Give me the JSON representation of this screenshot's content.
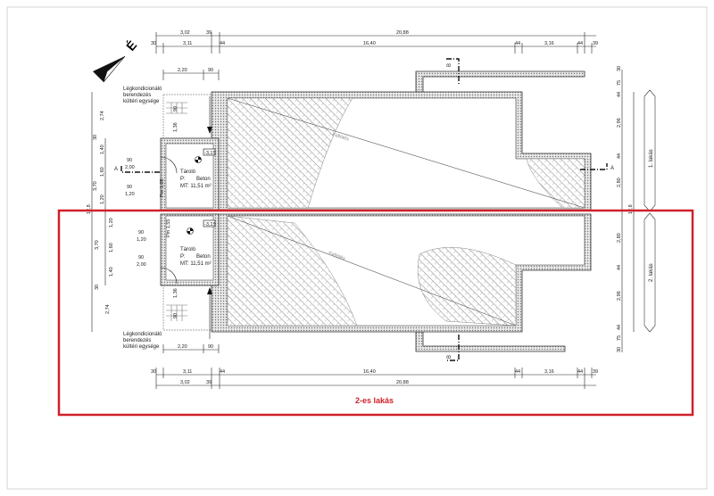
{
  "compass": {
    "label": "É"
  },
  "top_dims": {
    "row1": [
      "3,02",
      "39",
      "20,88"
    ],
    "row2": [
      "30",
      "3,11",
      "44",
      "16,40",
      "44",
      "3,16",
      "44",
      "39"
    ],
    "row3": [
      "2,20",
      "90"
    ]
  },
  "bottom_dims": {
    "row1": [
      "30",
      "3,11",
      "44",
      "16,40",
      "44",
      "3,16",
      "44",
      "39"
    ],
    "row2": [
      "3,02",
      "39",
      "20,88"
    ],
    "row3": [
      "2,20",
      "90"
    ]
  },
  "left_dims_upper": [
    "2,74",
    "30",
    "1,40",
    "1,60",
    "1,20",
    "3,70",
    "1,36",
    "90"
  ],
  "left_dims_lower": [
    "1,20",
    "1,60",
    "1,40",
    "3,70",
    "30",
    "2,74",
    "1,36",
    "90"
  ],
  "left_total": "12,8",
  "right_dims": [
    "30",
    "75",
    "44",
    "2,96",
    "44",
    "2,80",
    "2,80",
    "44",
    "2,96",
    "44",
    "75",
    "30"
  ],
  "right_total": "12,8",
  "units": {
    "upper": {
      "name": "1. lakás",
      "room": "Tároló",
      "floor_label": "P:",
      "floor": "Beton",
      "area": "MT: 11,51 m²",
      "level": "-3,15",
      "door_w": "90",
      "door_h": "2,00",
      "win_w": "90",
      "win_h": "1,20",
      "parapet": "Pm 1,05",
      "ac_label": [
        "Légkondicionáló",
        "berendezés",
        "kültéri egysége"
      ],
      "slope": "Fellötés"
    },
    "lower": {
      "name": "2. lakás",
      "room": "Tároló",
      "floor_label": "P:",
      "floor": "Beton",
      "area": "MT: 11,51 m²",
      "level": "-3,15",
      "door_w": "90",
      "door_h": "2,00",
      "win_w": "90",
      "win_h": "1,20",
      "parapet": "Pm 1,55",
      "ac_label": [
        "Légkondicionáló",
        "berendezés",
        "kültéri egysége"
      ],
      "slope": "Fellötés"
    }
  },
  "sections": {
    "a": "A",
    "b": "B"
  },
  "highlight": {
    "label": "2-es lakás",
    "color": "#d0202a"
  }
}
